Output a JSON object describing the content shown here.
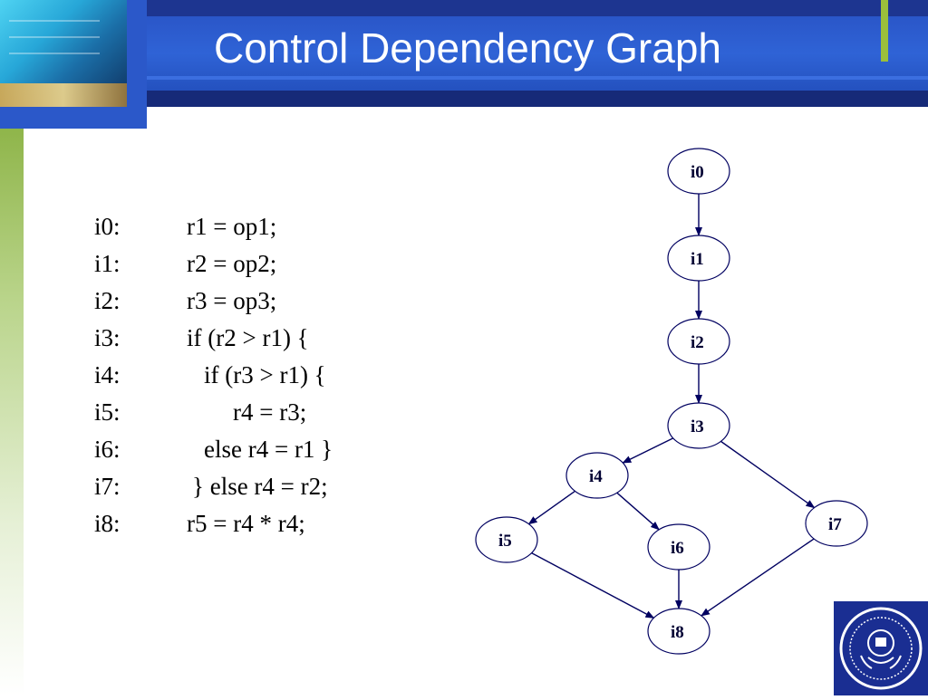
{
  "slide": {
    "title": "Control Dependency Graph"
  },
  "code": {
    "lines": [
      {
        "label": "i0:",
        "stmt": "r1 = op1;"
      },
      {
        "label": "i1:",
        "stmt": "r2 = op2;"
      },
      {
        "label": "i2:",
        "stmt": "r3 = op3;"
      },
      {
        "label": "i3:",
        "stmt": "if (r2 > r1) {"
      },
      {
        "label": "i4:",
        "stmt": "if (r3 > r1) {"
      },
      {
        "label": "i5:",
        "stmt": "r4 = r3;"
      },
      {
        "label": "i6:",
        "stmt": "else r4 = r1 }"
      },
      {
        "label": "i7:",
        "stmt": "} else r4 = r2;"
      },
      {
        "label": "i8:",
        "stmt": "r5 = r4 * r4;"
      }
    ]
  },
  "graph": {
    "nodes": [
      "i0",
      "i1",
      "i2",
      "i3",
      "i4",
      "i5",
      "i6",
      "i7",
      "i8"
    ],
    "edges": [
      [
        "i0",
        "i1"
      ],
      [
        "i1",
        "i2"
      ],
      [
        "i2",
        "i3"
      ],
      [
        "i3",
        "i4"
      ],
      [
        "i3",
        "i7"
      ],
      [
        "i4",
        "i5"
      ],
      [
        "i4",
        "i6"
      ],
      [
        "i5",
        "i8"
      ],
      [
        "i6",
        "i8"
      ],
      [
        "i7",
        "i8"
      ]
    ]
  },
  "colors": {
    "header_dark": "#162a78",
    "header_blue": "#2f63d6",
    "accent_green": "#9bbf3b",
    "edge_color": "#000060",
    "node_stroke": "#000060"
  }
}
